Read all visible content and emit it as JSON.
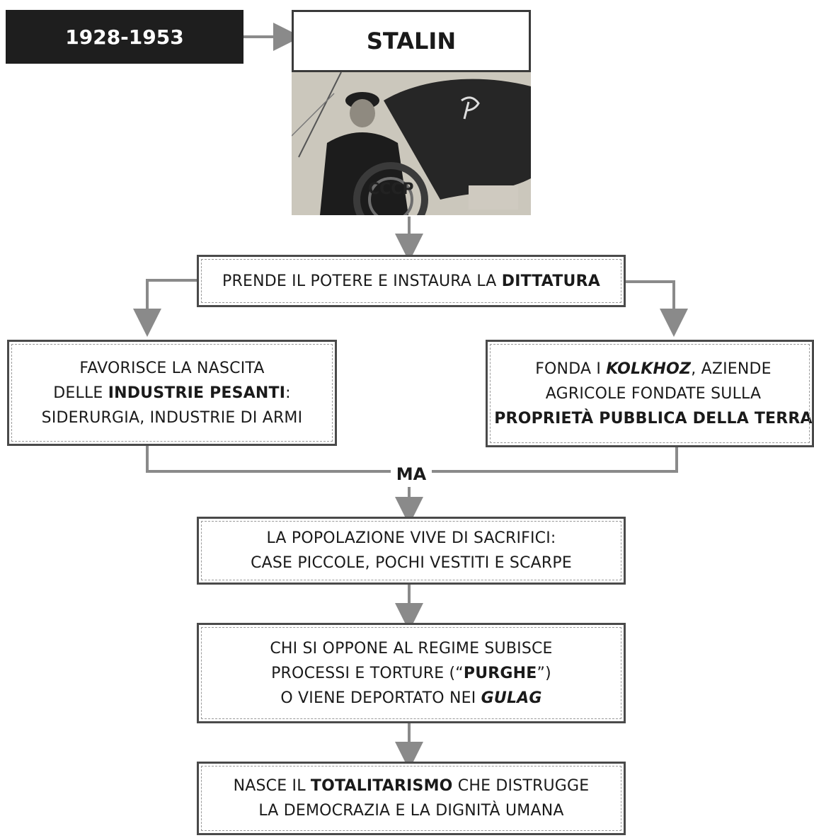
{
  "header": {
    "period": "1928-1953",
    "title": "STALIN",
    "poster_text": "CCCP"
  },
  "nodes": {
    "dictatorship": {
      "pre": "PRENDE IL POTERE E INSTAURA LA ",
      "bold": "DITTATURA"
    },
    "industry": {
      "line1": "FAVORISCE LA NASCITA",
      "line2_pre": "DELLE ",
      "line2_bold": "INDUSTRIE PESANTI",
      "line2_post": ":",
      "line3": "SIDERURGIA, INDUSTRIE DI ARMI"
    },
    "kolkhoz": {
      "line1_pre": "FONDA I ",
      "line1_bolditalic": "KOLKHOZ",
      "line1_post": ", AZIENDE",
      "line2": "AGRICOLE FONDATE SULLA",
      "line3_bold": "PROPRIETÀ PUBBLICA DELLA TERRA"
    },
    "connector_label": "MA",
    "sacrifices": {
      "line1": "LA POPOLAZIONE VIVE DI SACRIFICI:",
      "line2": "CASE PICCOLE, POCHI VESTITI E SCARPE"
    },
    "purges": {
      "line1": "CHI SI OPPONE AL REGIME SUBISCE",
      "line2_pre": "PROCESSI E TORTURE (“",
      "line2_bold": "PURGHE",
      "line2_post": "”)",
      "line3_pre": "O VIENE DEPORTATO NEI ",
      "line3_bolditalic": "GULAG"
    },
    "totalitarianism": {
      "line1_pre": "NASCE IL ",
      "line1_bold": "TOTALITARISMO",
      "line1_post": " CHE DISTRUGGE",
      "line2": "LA DEMOCRAZIA E LA DIGNITÀ UMANA"
    }
  },
  "colors": {
    "badge_background": "#1e1e1e",
    "border": "#4a4a4a",
    "connector": "#8a8a8a"
  }
}
